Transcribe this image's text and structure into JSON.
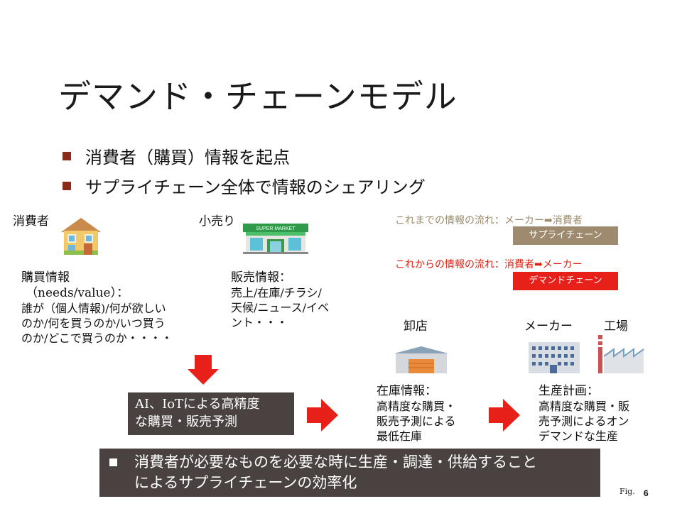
{
  "slide": {
    "title": "デマンド・チェーンモデル",
    "bullets": [
      "消費者（購買）情報を起点",
      "サプライチェーン全体で情報のシェアリング"
    ]
  },
  "nodes": {
    "consumer": {
      "label": "消費者",
      "icon": "house-icon"
    },
    "retail": {
      "label": "小売り",
      "icon": "supermarket-icon",
      "sign": "SUPER MARKET"
    },
    "wholesale": {
      "label": "卸店",
      "icon": "warehouse-icon"
    },
    "maker": {
      "label": "メーカー",
      "icon": "office-building-icon"
    },
    "factory": {
      "label": "工場",
      "icon": "factory-icon"
    }
  },
  "info": {
    "consumer_title": "購買情報",
    "consumer_sub": "（needs/value）：",
    "consumer_lines": [
      "誰が（個人情報)/何が欲しい",
      "のか/何を買うのか/いつ買う",
      "のか/どこで買うのか・・・・"
    ],
    "retail_title": "販売情報：",
    "retail_lines": [
      "売上/在庫/チラシ/",
      "天候/ニュース/イベ",
      "ント・・・"
    ],
    "wholesale_title": "在庫情報：",
    "wholesale_lines": [
      "高精度な購買・",
      "販売予測による",
      "最低在庫"
    ],
    "maker_title": "生産計画：",
    "maker_lines": [
      "高精度な購買・販",
      "売予測によるオン",
      "デマンドな生産"
    ]
  },
  "flows": {
    "old_label": "これまでの情報の流れ：メーカー",
    "old_target": "消費者",
    "old_tag": "サプライチェーン",
    "new_label": "これからの情報の流れ：",
    "new_source": "消費者",
    "new_target": "メーカー",
    "new_tag": "デマンドチェーン"
  },
  "ai_box": {
    "line1": "AI、IoTによる高精度",
    "line2": "な購買・販売予測"
  },
  "conclusion": {
    "line1": "消費者が必要なものを必要な時に生産・調達・供給すること",
    "line2": "によるサプライチェーンの効率化"
  },
  "footer": {
    "fig": "Fig.",
    "page": "6"
  },
  "colors": {
    "bullet": "#8b2a1a",
    "arrow_red": "#e8201a",
    "old_flow": "#9a8a6a",
    "old_tag_bg": "#9e8a6e",
    "new_flow": "#e02010",
    "new_tag_bg": "#e8201a",
    "dark_box": "#4a4240"
  }
}
